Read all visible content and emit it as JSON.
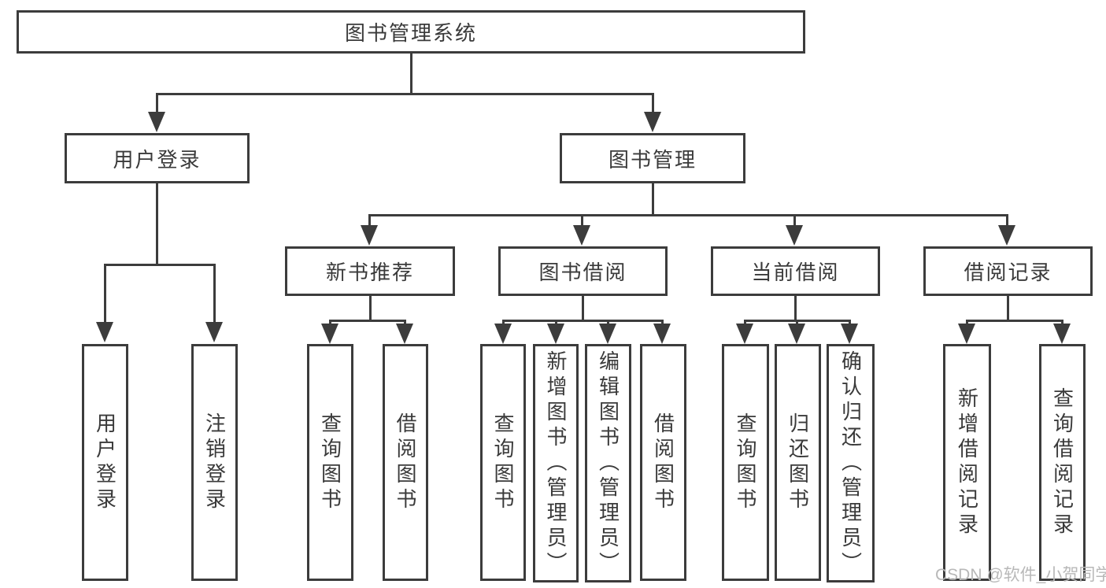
{
  "nodes": {
    "root": "图书管理系统",
    "level2": [
      "用户登录",
      "图书管理"
    ],
    "level3": [
      "新书推荐",
      "图书借阅",
      "当前借阅",
      "借阅记录"
    ],
    "leaves": {
      "login": [
        "用户登录",
        "注销登录"
      ],
      "recommend": [
        "查询图书",
        "借阅图书"
      ],
      "borrow": [
        "查询图书",
        "新增图书（管理员）",
        "编辑图书（管理员）",
        "借阅图书"
      ],
      "current": [
        "查询图书",
        "归还图书",
        "确认归还（管理员）"
      ],
      "records": [
        "新增借阅记录",
        "查询借阅记录"
      ]
    }
  },
  "watermark": "CSDN @软件_小贺同学",
  "colors": {
    "line": "#3c3c3c",
    "text": "#3a3a3a",
    "watermark": "#b8b8b8",
    "background": "#ffffff"
  }
}
